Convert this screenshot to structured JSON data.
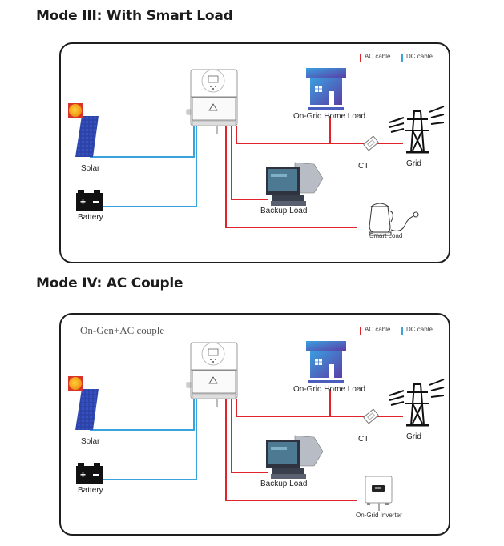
{
  "modes": [
    {
      "title": "Mode III: With Smart Load",
      "subtitle": "",
      "legend": {
        "ac": "AC cable",
        "dc": "DC cable"
      },
      "labels": {
        "solar": "Solar",
        "battery": "Battery",
        "home": "On-Grid Home Load",
        "ct": "CT",
        "grid": "Grid",
        "backup": "Backup Load",
        "extra": "Smart Load"
      }
    },
    {
      "title": "Mode IV: AC Couple",
      "subtitle": "On-Gen+AC couple",
      "legend": {
        "ac": "AC cable",
        "dc": "DC cable"
      },
      "labels": {
        "solar": "Solar",
        "battery": "Battery",
        "home": "On-Grid Home Load",
        "ct": "CT",
        "grid": "Grid",
        "backup": "Backup Load",
        "extra": "On-Grid Inverter"
      }
    }
  ],
  "colors": {
    "ac": "#e0242c",
    "dc": "#3aa3db",
    "house_top": "#3a9fe0",
    "house_bottom": "#5b3ea6"
  }
}
